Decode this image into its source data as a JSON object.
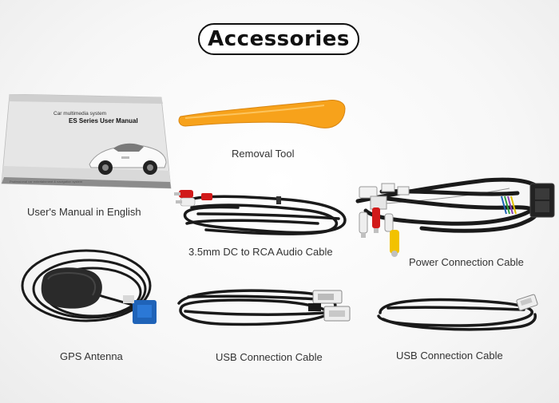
{
  "header": {
    "title": "Accessories"
  },
  "manual": {
    "line1": "Car multimedia system",
    "line2": "ES Series User Manual",
    "footer": "Professional car entertainment & navigation system"
  },
  "items": [
    {
      "label": "User's Manual in English"
    },
    {
      "label": "Removal Tool"
    },
    {
      "label": "3.5mm DC to RCA Audio Cable"
    },
    {
      "label": "Power Connection Cable"
    },
    {
      "label": "GPS Antenna"
    },
    {
      "label": "USB Connection Cable"
    },
    {
      "label": "USB Connection Cable"
    }
  ],
  "colors": {
    "tool": "#f7a21b",
    "rca_red": "#d11a1a",
    "rca_white": "#f0f0f0",
    "rca_yellow": "#f2c200",
    "gps_connector": "#1f63b8",
    "cable": "#1a1a1a"
  }
}
